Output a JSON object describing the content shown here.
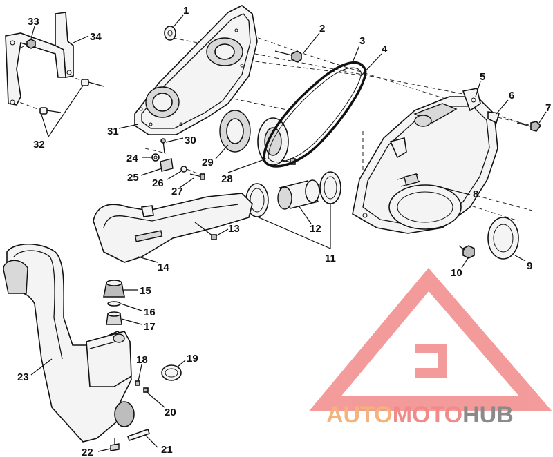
{
  "callouts": {
    "c1": "1",
    "c2": "2",
    "c3": "3",
    "c4": "4",
    "c5": "5",
    "c6": "6",
    "c7": "7",
    "c8": "8",
    "c9": "9",
    "c10": "10",
    "c11": "11",
    "c12": "12",
    "c13": "13",
    "c14": "14",
    "c15": "15",
    "c16": "16",
    "c17": "17",
    "c18": "18",
    "c19": "19",
    "c20": "20",
    "c21": "21",
    "c22": "22",
    "c23": "23",
    "c24": "24",
    "c25": "25",
    "c26": "26",
    "c27": "27",
    "c28": "28",
    "c29": "29",
    "c30": "30",
    "c31": "31",
    "c32": "32",
    "c33": "33",
    "c34": "34"
  },
  "watermark": {
    "part1": "AUTO",
    "part2": "MOTO",
    "part3": "HUB",
    "color_light": "#f5b27a",
    "color_red": "#f28a8a",
    "color_gray": "#8a8a8a"
  }
}
